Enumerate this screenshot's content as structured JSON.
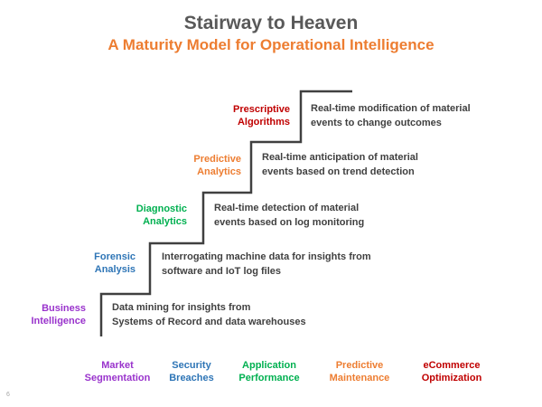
{
  "header": {
    "title": "Stairway to Heaven",
    "subtitle": "A Maturity Model for Operational Intelligence"
  },
  "stages": [
    {
      "label_line1": "Business",
      "label_line2": "Intelligence",
      "color": "#9933CC",
      "desc_line1": "Data mining for insights from",
      "desc_line2": "Systems  of Record and data warehouses"
    },
    {
      "label_line1": "Forensic",
      "label_line2": "Analysis",
      "color": "#2E75B6",
      "desc_line1": "Interrogating machine data for insights from",
      "desc_line2": "software and IoT log files"
    },
    {
      "label_line1": "Diagnostic",
      "label_line2": "Analytics",
      "color": "#00B050",
      "desc_line1": "Real-time detection of material",
      "desc_line2": "events based on log monitoring"
    },
    {
      "label_line1": "Predictive",
      "label_line2": "Analytics",
      "color": "#ED7D31",
      "desc_line1": "Real-time anticipation of material",
      "desc_line2": "events based on trend detection"
    },
    {
      "label_line1": "Prescriptive",
      "label_line2": "Algorithms",
      "color": "#C00000",
      "desc_line1": "Real-time modification of material",
      "desc_line2": "events to change outcomes"
    }
  ],
  "use_cases": [
    {
      "line1": "Market",
      "line2": "Segmentation",
      "color": "#9933CC"
    },
    {
      "line1": "Security",
      "line2": "Breaches",
      "color": "#2E75B6"
    },
    {
      "line1": "Application",
      "line2": "Performance",
      "color": "#00B050"
    },
    {
      "line1": "Predictive",
      "line2": "Maintenance",
      "color": "#ED7D31"
    },
    {
      "line1": "eCommerce",
      "line2": "Optimization",
      "color": "#C00000"
    }
  ],
  "stair_color": "#404040",
  "page_number": "6"
}
